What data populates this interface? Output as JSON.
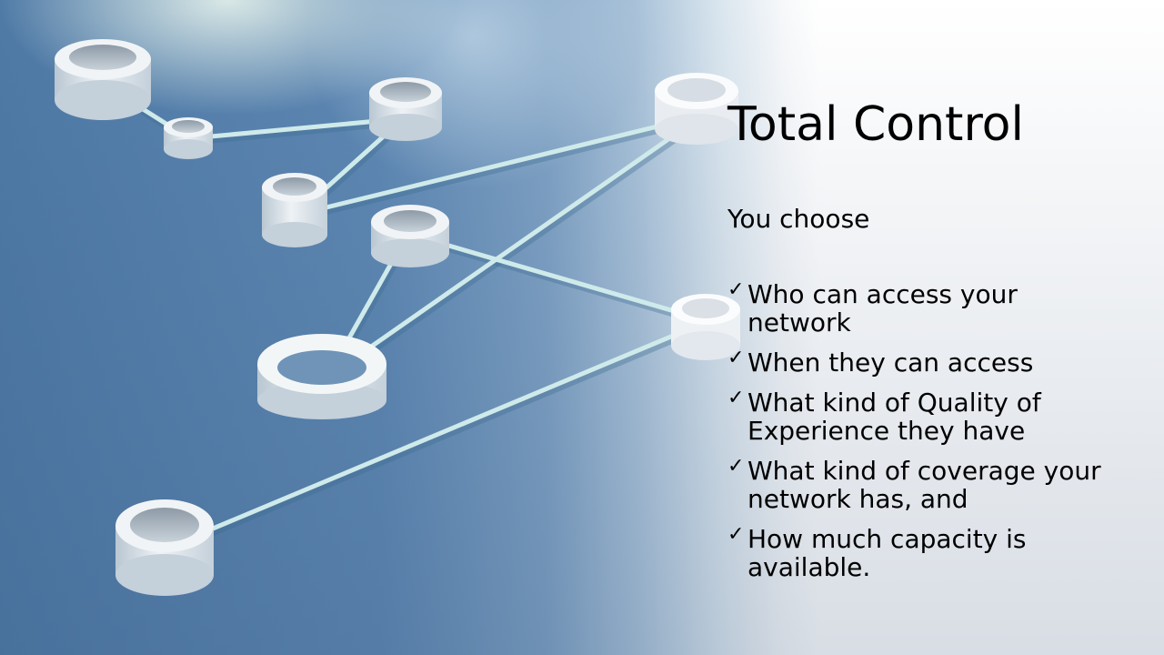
{
  "slide": {
    "title": "Total Control",
    "subtitle": "You choose",
    "bullet_glyph": "✓",
    "bullets": [
      "Who can access your network",
      "When they can access",
      "What kind of Quality of Experience they have",
      "What kind of coverage your network has, and",
      "How much capacity is available."
    ]
  },
  "colors": {
    "background_dark": "#4f7aa6",
    "background_light": "#ffffff",
    "connector": "#c9e6e6",
    "node": "#e4eaee",
    "text": "#000000"
  },
  "icons": {
    "network_graphic": "network-nodes-illustration"
  }
}
